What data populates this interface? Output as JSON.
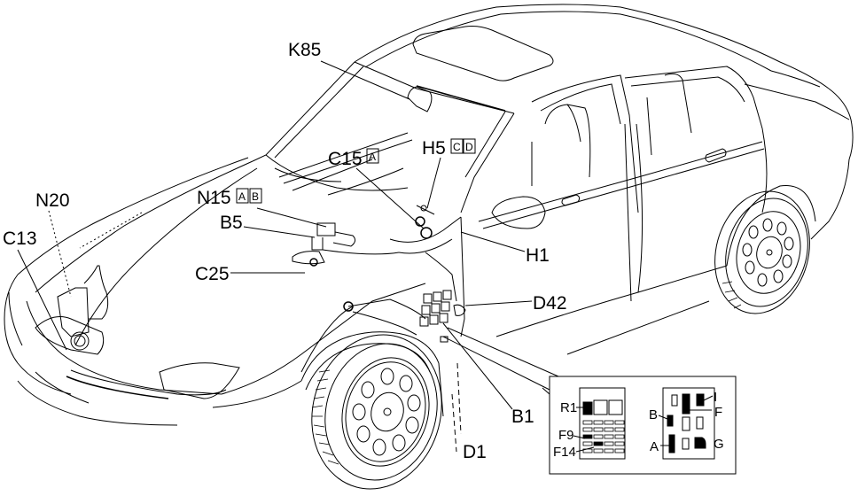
{
  "diagram": {
    "title": "Vehicle component location diagram",
    "colors": {
      "line": "#000000",
      "background": "#ffffff"
    },
    "labels": [
      {
        "id": "K85",
        "text": "K85",
        "boxes": []
      },
      {
        "id": "C15",
        "text": "C15",
        "boxes": [
          "A"
        ]
      },
      {
        "id": "H5",
        "text": "H5",
        "boxes": [
          "C",
          "D"
        ]
      },
      {
        "id": "N15",
        "text": "N15",
        "boxes": [
          "A",
          "B"
        ]
      },
      {
        "id": "B5",
        "text": "B5",
        "boxes": []
      },
      {
        "id": "N20",
        "text": "N20",
        "boxes": []
      },
      {
        "id": "C13",
        "text": "C13",
        "boxes": []
      },
      {
        "id": "C25",
        "text": "C25",
        "boxes": []
      },
      {
        "id": "H1",
        "text": "H1",
        "boxes": []
      },
      {
        "id": "D42",
        "text": "D42",
        "boxes": []
      },
      {
        "id": "B1",
        "text": "B1",
        "boxes": []
      },
      {
        "id": "D1",
        "text": "D1",
        "boxes": []
      }
    ],
    "inset": {
      "fuse_panel": {
        "labels": [
          "R1",
          "F9",
          "F14"
        ],
        "fuse_rows": 5,
        "fuse_cols": 4
      },
      "relay_panel": {
        "labels": [
          "I",
          "B",
          "F",
          "A",
          "G"
        ]
      }
    }
  }
}
